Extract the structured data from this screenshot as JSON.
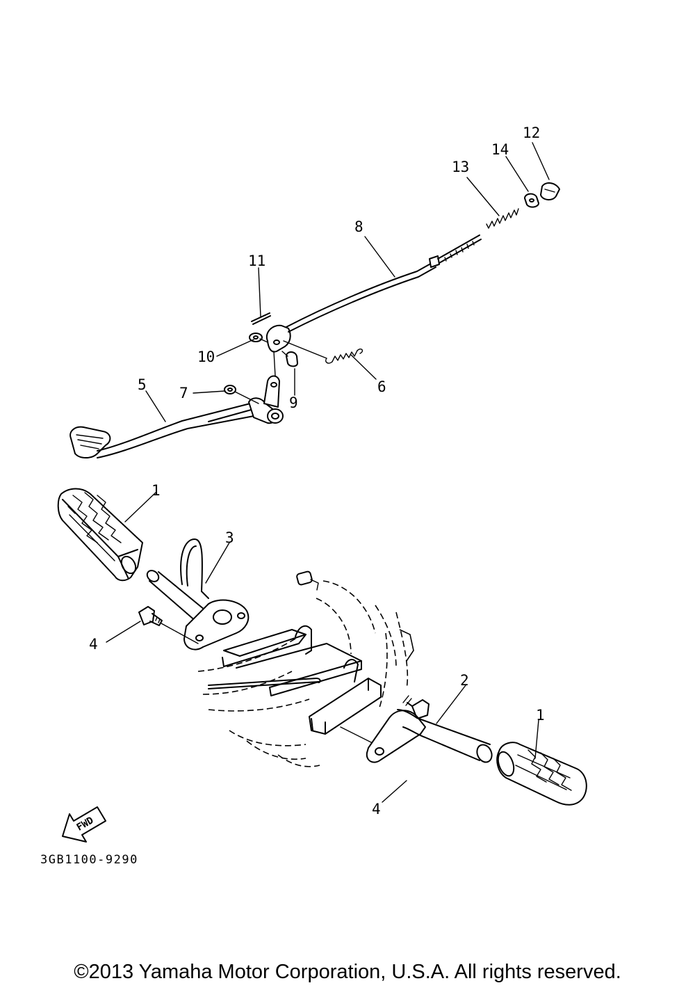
{
  "labels": {
    "l1a": "1",
    "l1b": "1",
    "l2": "2",
    "l3": "3",
    "l4a": "4",
    "l4b": "4",
    "l5": "5",
    "l6": "6",
    "l7": "7",
    "l8": "8",
    "l9": "9",
    "l10": "10",
    "l11": "11",
    "l12": "12",
    "l13": "13",
    "l14": "14"
  },
  "fwd_label": "FWD",
  "diagram_code": "3GB1100-9290",
  "copyright": "©2013 Yamaha Motor Corporation, U.S.A. All rights reserved."
}
